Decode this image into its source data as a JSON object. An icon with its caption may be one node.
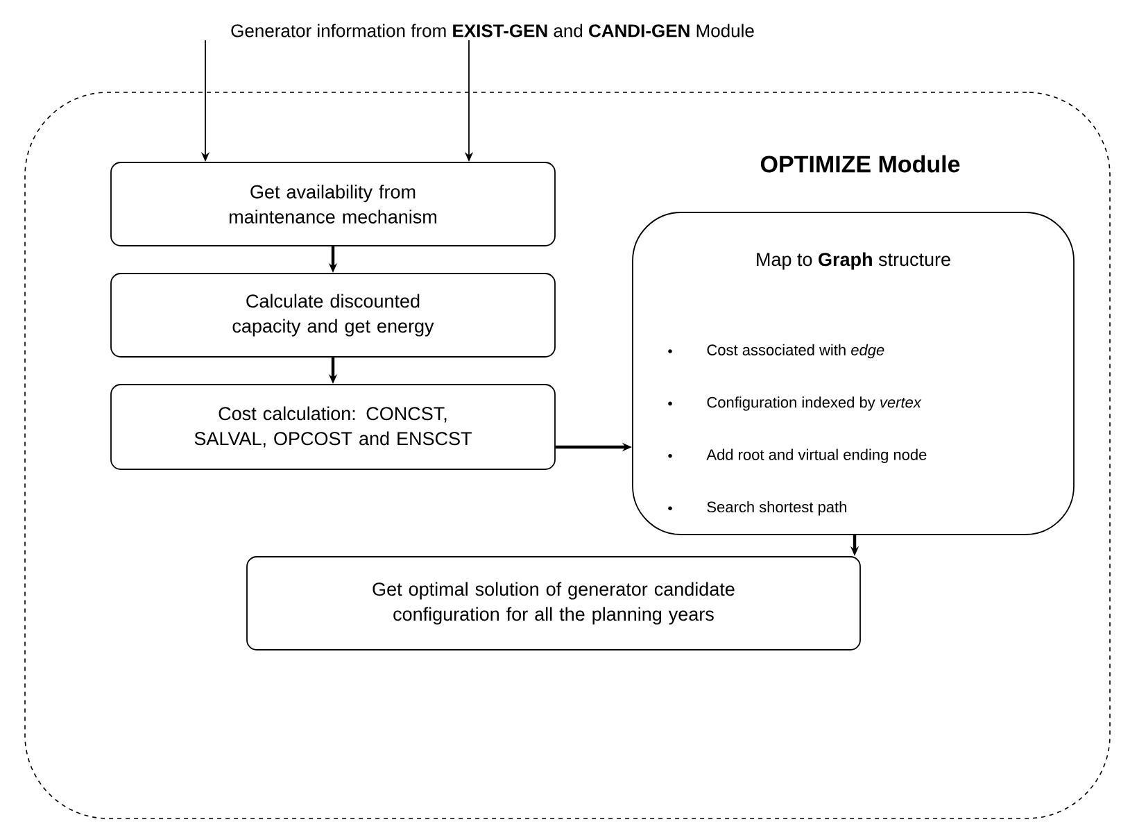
{
  "diagram": {
    "nodes": [
      {
        "text": [
          "Generator information from **EXIST-GEN** and **CANDI-GEN** Module"
        ]
      },
      {
        "text": [
          "OPTIMIZE Module"
        ]
      },
      {
        "text": [
          "Get availability from maintenance mechanism"
        ],
        "in": 1
      },
      {
        "text": [
          "Calculate discounted capacity and get energy"
        ],
        "in": 1
      },
      {
        "text": [
          "Cost calculation: CONCST, SALVAL,  OPCOST and ENSCST"
        ],
        "in": 1
      },
      {
        "text": [
          "Map to **Graph** structure",
          "Cost associated with *edge*",
          "Configuration indexed by *vertex*",
          "Add root and virtual ending node",
          "Search shortest path"
        ],
        "in": 1
      },
      {
        "text": [
          "Get optimal solution of generator candidate configuration for all the planning years"
        ],
        "in": 1
      }
    ],
    "edges": [
      {
        "from": 0,
        "to": 2,
        "arrow": "to"
      },
      {
        "from": 0,
        "to": 2,
        "arrow": "to"
      },
      {
        "from": 2,
        "to": 3,
        "arrow": "to"
      },
      {
        "from": 3,
        "to": 4,
        "arrow": "to"
      },
      {
        "from": 4,
        "to": 5,
        "arrow": "to"
      },
      {
        "from": 5,
        "to": 6,
        "arrow": "to"
      }
    ]
  }
}
